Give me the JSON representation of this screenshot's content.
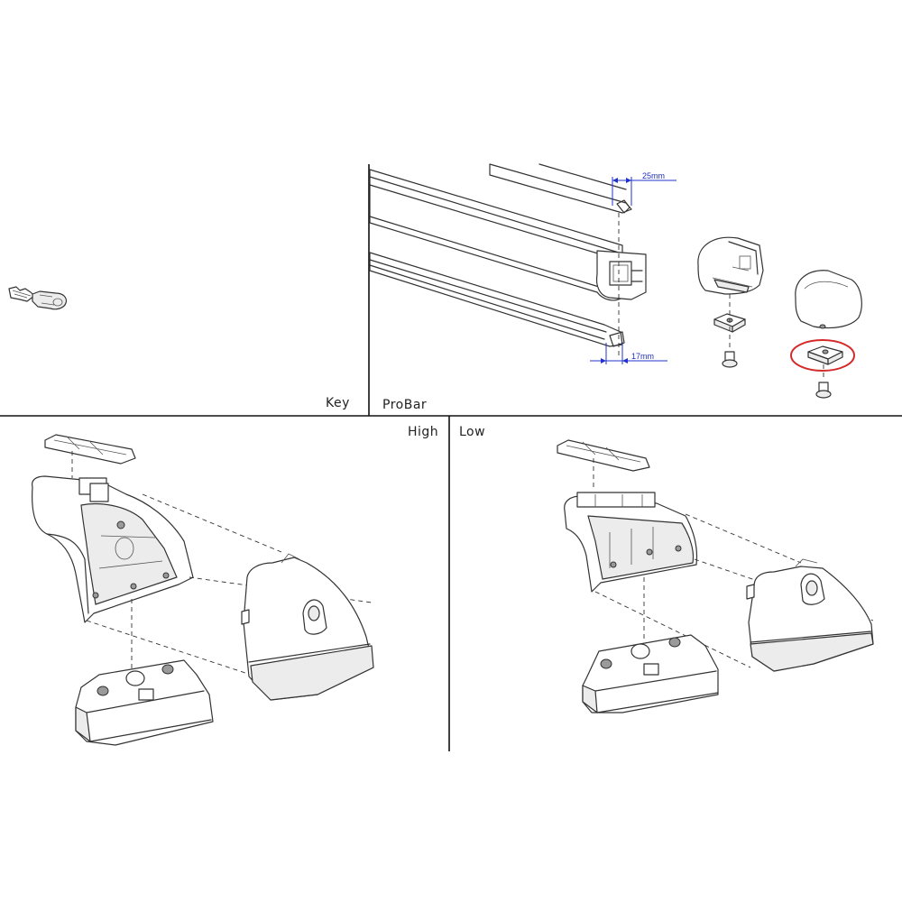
{
  "panels": {
    "key": {
      "label": "Key"
    },
    "probar": {
      "label": "ProBar"
    },
    "high": {
      "label": "High"
    },
    "low": {
      "label": "Low"
    }
  },
  "dimensions": {
    "slot_width": "25mm",
    "bottom_width": "17mm"
  },
  "colors": {
    "line": "#333333",
    "dimension": "#2233cc",
    "highlight": "#d42a2a"
  }
}
